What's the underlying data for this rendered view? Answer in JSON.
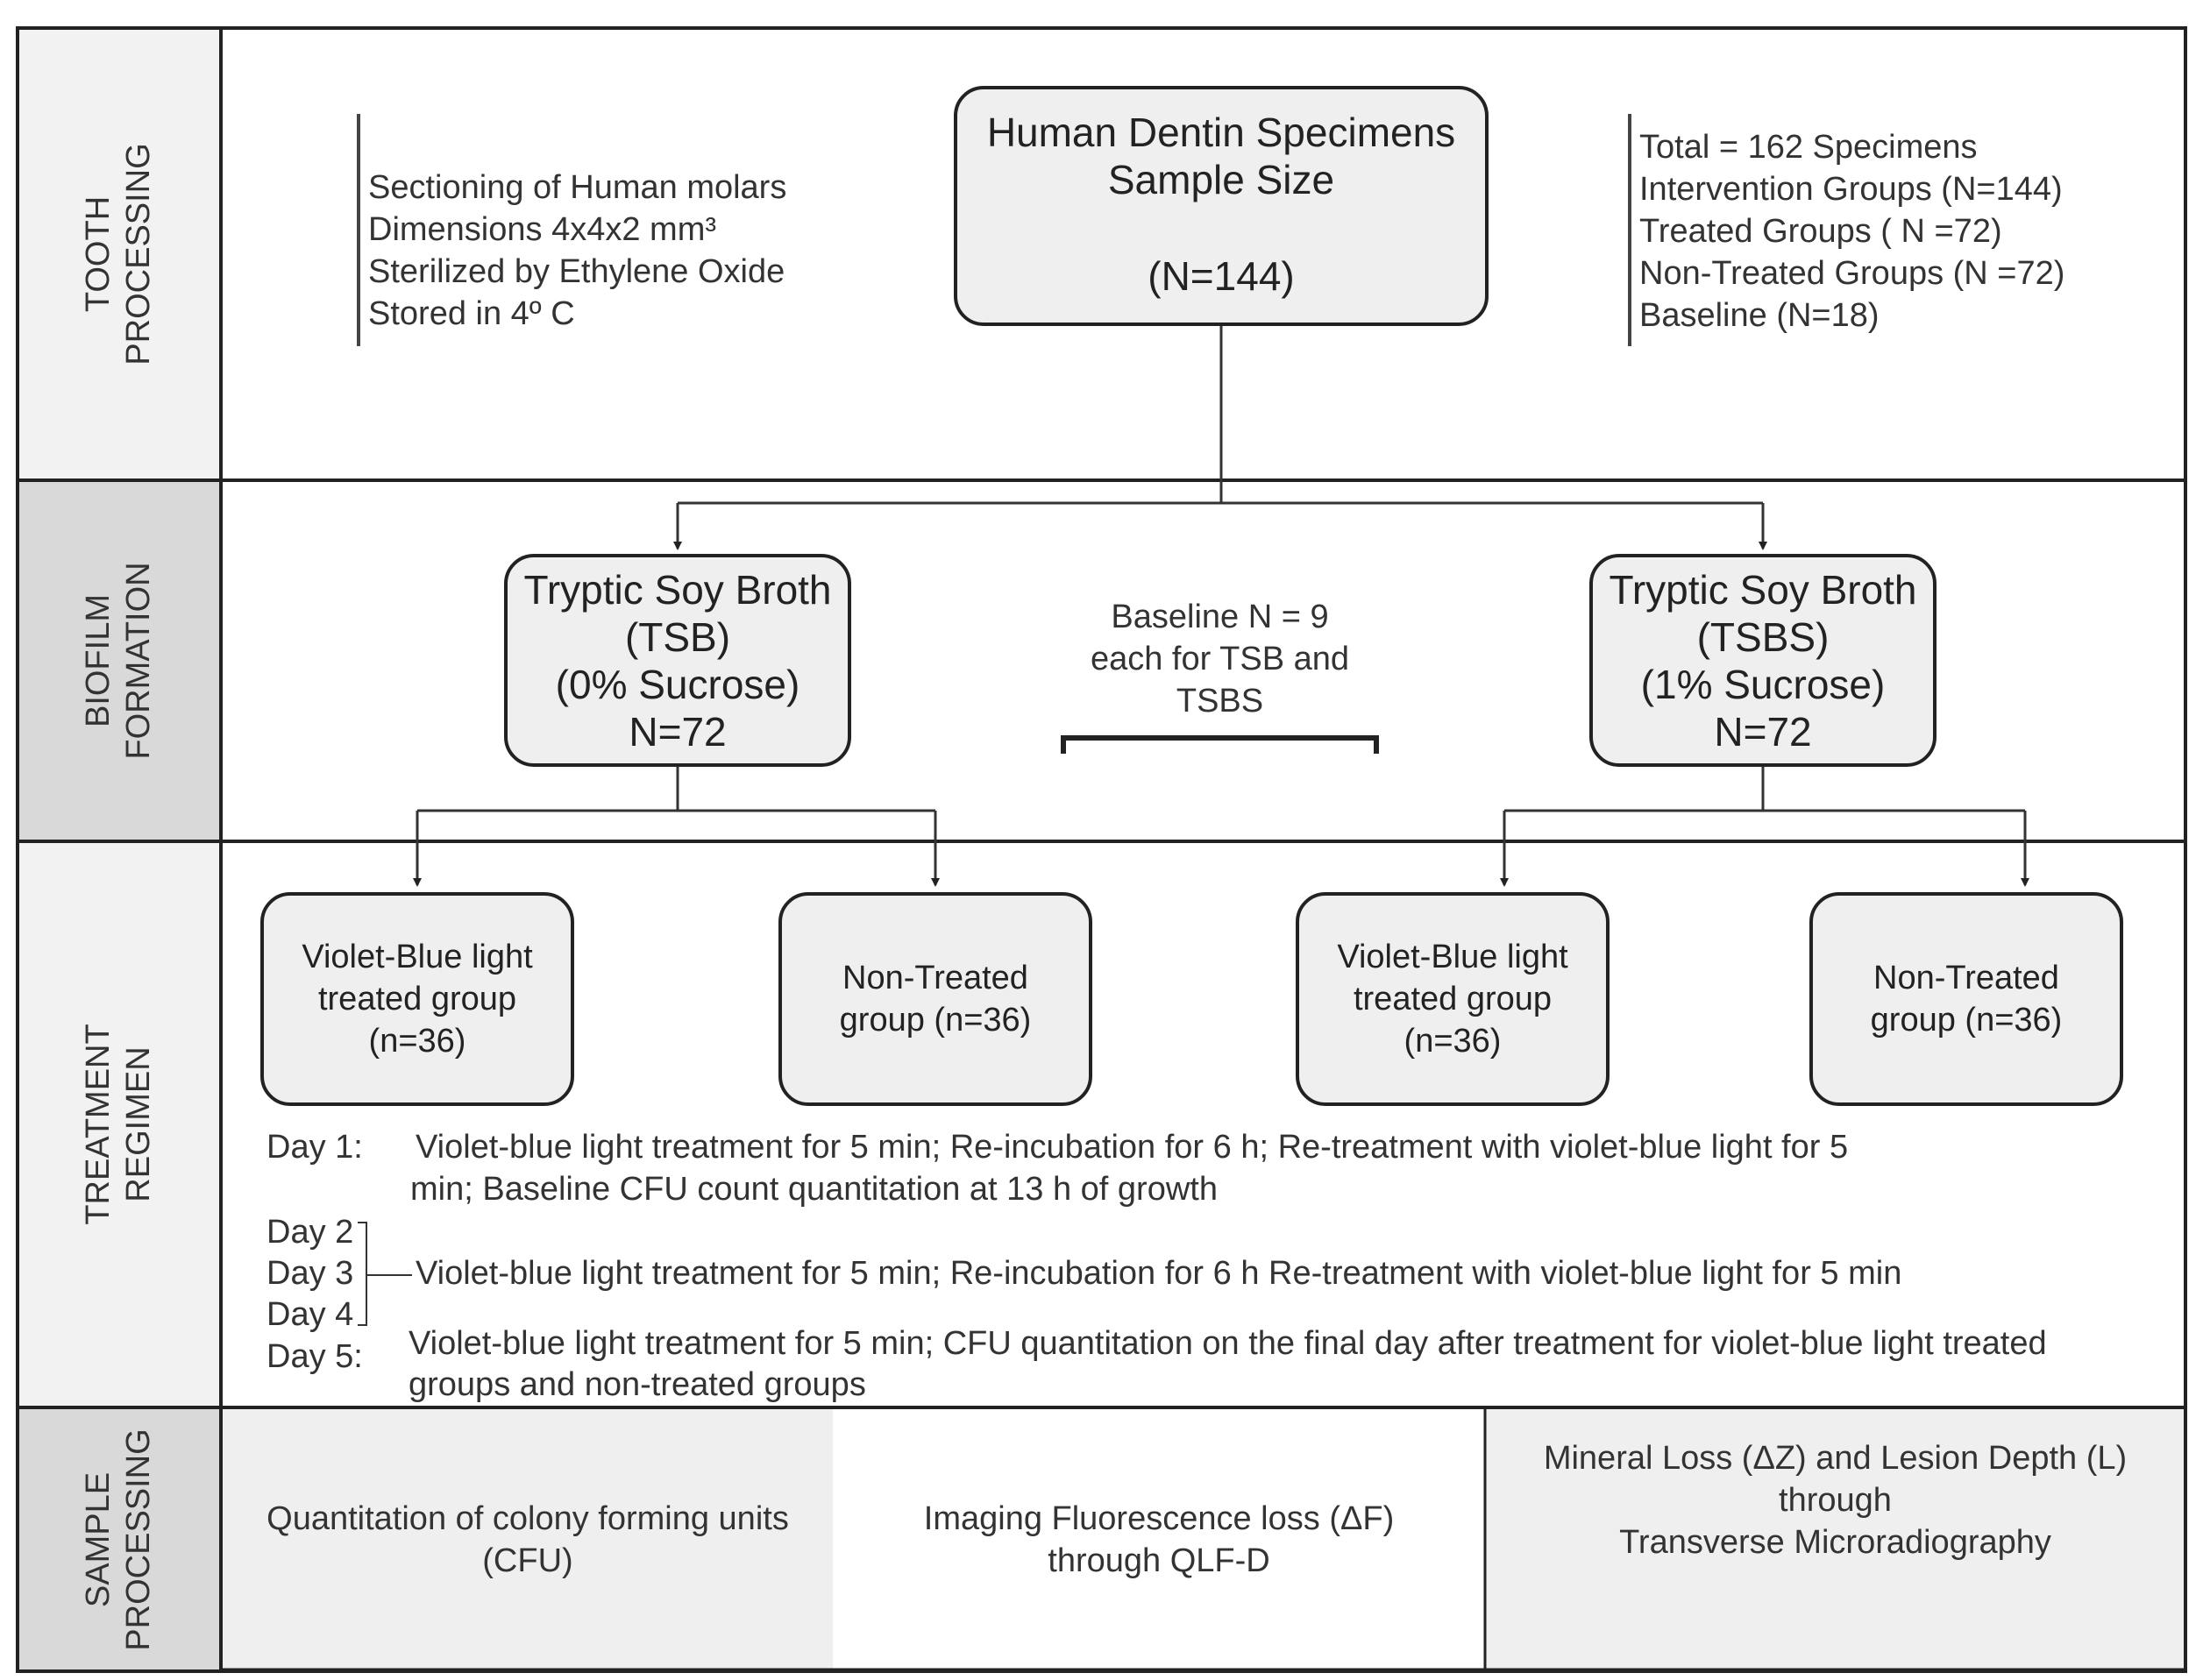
{
  "sections": {
    "tooth_processing": [
      "TOOTH",
      "PROCESSING"
    ],
    "biofilm_formation": [
      "BIOFILM",
      "FORMATION"
    ],
    "treatment_regimen": [
      "TREATMENT",
      "REGIMEN"
    ],
    "sample_processing": [
      "SAMPLE",
      "PROCESSING"
    ]
  },
  "tooth": {
    "left_notes": [
      "Sectioning of Human molars",
      "Dimensions 4x4x2 mm³",
      "Sterilized by Ethylene Oxide",
      "Stored in 4º C"
    ],
    "main_box": {
      "line1": "Human Dentin Specimens",
      "line2": "Sample Size",
      "line3": "(N=144)"
    },
    "right_notes": [
      "Total = 162 Specimens",
      "Intervention Groups (N=144)",
      "Treated Groups ( N =72)",
      "Non-Treated Groups (N =72)",
      "Baseline (N=18)"
    ]
  },
  "biofilm": {
    "tsb": [
      "Tryptic Soy Broth",
      "(TSB)",
      "(0% Sucrose)",
      "N=72"
    ],
    "tsbs": [
      "Tryptic Soy Broth",
      "(TSBS)",
      "(1% Sucrose)",
      "N=72"
    ],
    "baseline_note": [
      "Baseline N = 9",
      "each for TSB and",
      "TSBS"
    ]
  },
  "treatment": {
    "groups": [
      [
        "Violet-Blue light",
        "treated group",
        "(n=36)"
      ],
      [
        "Non-Treated",
        "group (n=36)"
      ],
      [
        "Violet-Blue light",
        "treated group",
        "(n=36)"
      ],
      [
        "Non-Treated",
        "group (n=36)"
      ]
    ],
    "days": {
      "day1_label": "Day 1:",
      "day1_text_1": "Violet-blue light treatment for 5 min; Re-incubation for 6 h; Re-treatment with violet-blue light for 5",
      "day1_text_2": "min; Baseline CFU count quantitation at 13 h of growth",
      "day2_label": "Day 2",
      "day3_label": "Day 3",
      "day4_label": "Day 4",
      "day234_text": "Violet-blue light treatment for 5 min; Re-incubation for 6 h Re-treatment with violet-blue light for 5 min",
      "day5_label": "Day 5:",
      "day5_text_1": "Violet-blue light treatment for 5 min; CFU quantitation on the final day after treatment for violet-blue light treated",
      "day5_text_2": "groups and non-treated groups"
    }
  },
  "sample": {
    "cfu": [
      "Quantitation of colony forming units",
      "(CFU)"
    ],
    "qlf": [
      "Imaging Fluorescence loss (ΔF)",
      "through QLF-D"
    ],
    "tmr": [
      "Mineral Loss (ΔZ) and Lesion Depth (L)",
      "through",
      "Transverse Microradiography"
    ]
  },
  "colors": {
    "side_light": "#f2f2f2",
    "side_dark": "#d9d9d9",
    "box_fill": "#efefef",
    "line": "#222222"
  }
}
